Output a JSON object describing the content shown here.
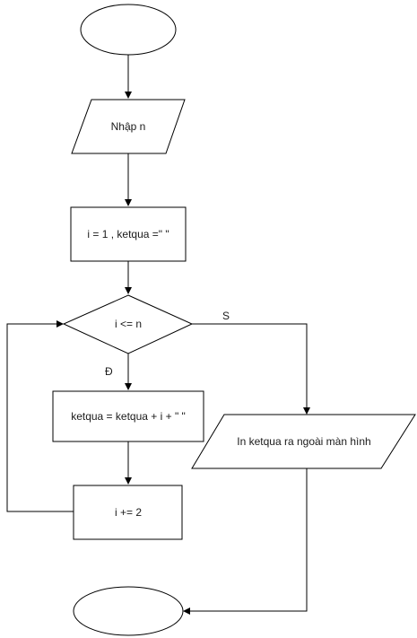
{
  "flowchart": {
    "input_label": "Nhập n",
    "init_label": "i = 1 , ketqua =\" \"",
    "condition_label": "i <= n",
    "true_label": "Đ",
    "false_label": "S",
    "append_label": "ketqua = ketqua + i + \" \"",
    "increment_label": "i += 2",
    "output_label": "In ketqua ra ngoài màn hình"
  }
}
